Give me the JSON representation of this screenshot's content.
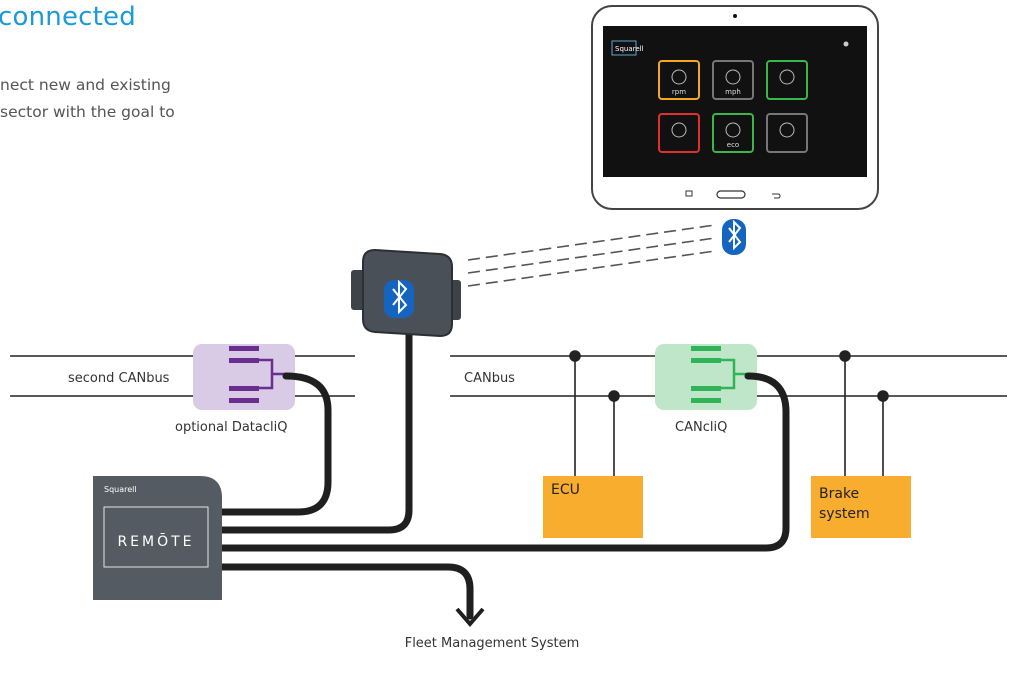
{
  "heading": "connected",
  "intro_lines": [
    "nect new and existing",
    "sector with the goal to"
  ],
  "tablet": {
    "logo": "Squarell",
    "tiles": [
      {
        "label": "rpm",
        "color": "#f5a623",
        "icon": "gauge-icon"
      },
      {
        "label": "mph",
        "color": "#777777",
        "icon": "speedometer-icon"
      },
      {
        "label": "",
        "color": "#3cb54a",
        "icon": "strength-icon"
      },
      {
        "label": "",
        "color": "#e0302d",
        "icon": "car-icon"
      },
      {
        "label": "eco",
        "color": "#3cb54a",
        "icon": "leaf-icon"
      },
      {
        "label": "",
        "color": "#777777",
        "icon": "driver-icon"
      }
    ]
  },
  "labels": {
    "second_canbus": "second CANbus",
    "optional_datacliq": "optional DatacliQ",
    "canbus": "CANbus",
    "cancliq": "CANcliQ",
    "ecu": "ECU",
    "brake_line1": "Brake",
    "brake_line2": "system",
    "fleet": "Fleet Management System"
  },
  "remote": {
    "logo": "Squarell",
    "text": "REMŌTE"
  },
  "colors": {
    "heading": "#1a9bd7",
    "remote": "#545b63",
    "ecu": "#f9ad2f",
    "datacliq_bg": "#d9cbe6",
    "datacliq_stripe": "#6a2e8e",
    "cancliq_bg": "#bfe6c8",
    "cancliq_stripe": "#2fb458",
    "bluetooth": "#1565c0"
  }
}
